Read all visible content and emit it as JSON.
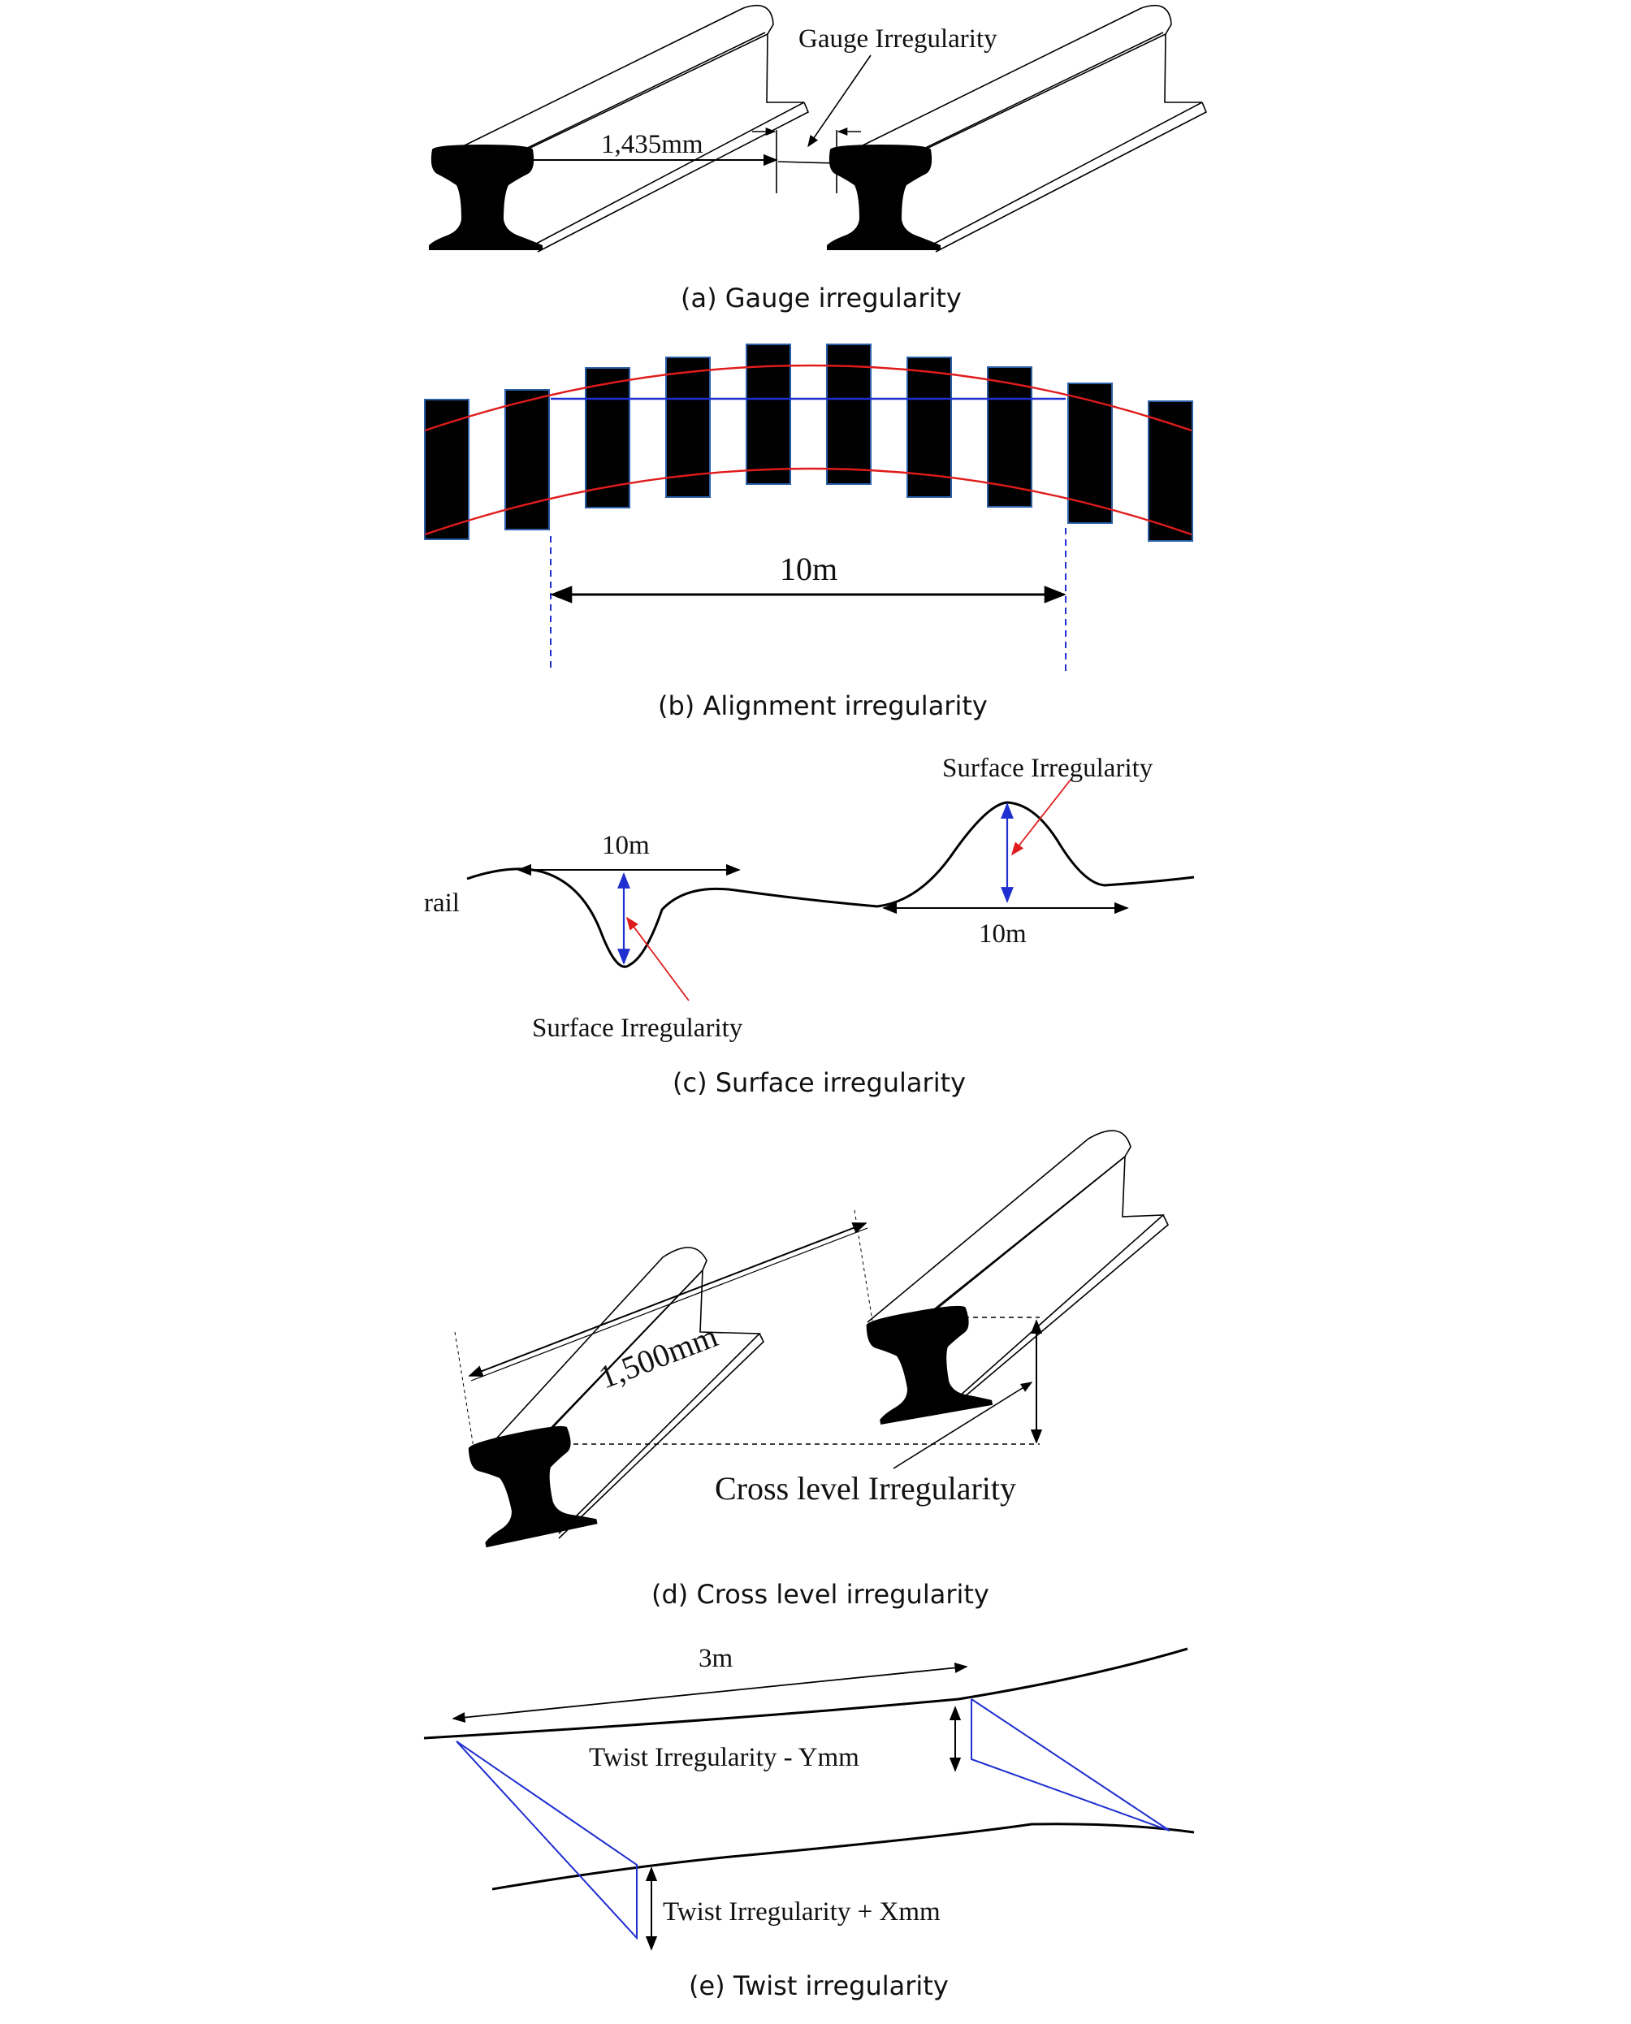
{
  "panels": {
    "a": {
      "caption": "(a)  Gauge  irregularity",
      "label": "Gauge Irregularity",
      "gauge": "1,435mm"
    },
    "b": {
      "caption": "(b)  Alignment  irregularity",
      "distance": "10m"
    },
    "c": {
      "caption": "(c)  Surface  irregularity",
      "rail_label": "rail",
      "dip_distance": "10m",
      "dip_label": "Surface Irregularity",
      "bump_label": "Surface Irregularity",
      "bump_distance": "10m"
    },
    "d": {
      "caption": "(d)  Cross  level  irregularity",
      "distance": "1,500mm",
      "label": "Cross level Irregularity"
    },
    "e": {
      "caption": "(e)  Twist  irregularity",
      "distance": "3m",
      "label_minus": "Twist Irregularity - Ymm",
      "label_plus": "Twist Irregularity + Xmm"
    }
  },
  "colors": {
    "ink": "#000000",
    "blue": "#1f2fd0",
    "red": "#e01b1b",
    "sleeper_edge": "#2b5fa8"
  }
}
